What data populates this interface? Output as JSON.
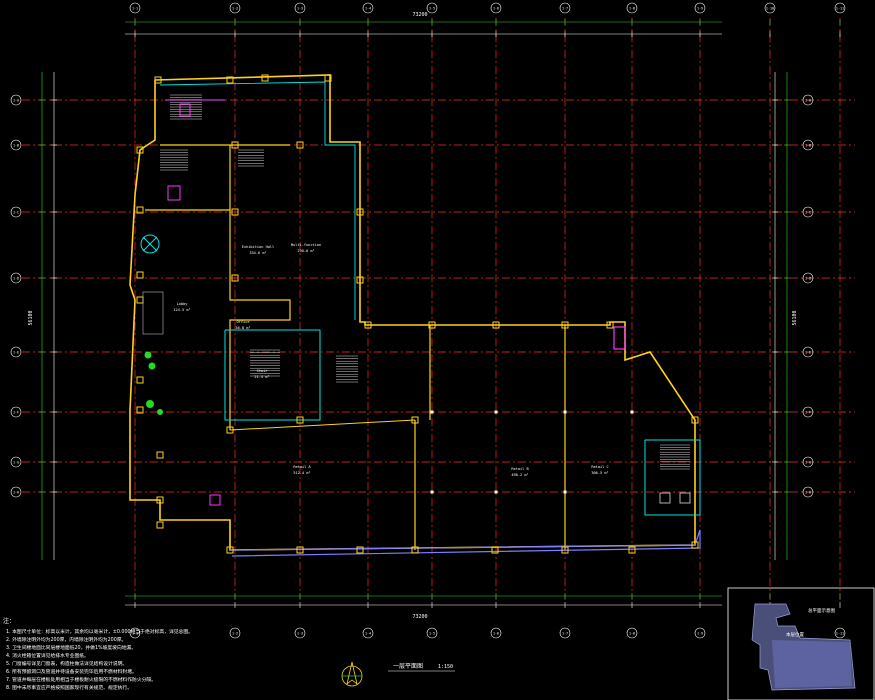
{
  "drawing": {
    "title": "一层平面图",
    "title_scale": "1:150",
    "grid_cols_top": [
      "1-1",
      "1-2",
      "1-3",
      "1-4",
      "1-5",
      "1-6",
      "1-7",
      "1-8",
      "1-9",
      "1-10",
      "1-11"
    ],
    "grid_rows_left": [
      "1-A",
      "1-B",
      "1-C",
      "1-D",
      "1-E",
      "1-F",
      "1-G",
      "1-H"
    ],
    "overall_dimension": "73200",
    "overall_height_dimension": "56100",
    "rooms": [
      {
        "name": "Exhibition Hall",
        "area": "334.6 m²"
      },
      {
        "name": "Multi-function",
        "area": "298.0 m²"
      },
      {
        "name": "Lobby",
        "area": "124.5 m²"
      },
      {
        "name": "Office",
        "area": "36.8 m²"
      },
      {
        "name": "Stair",
        "area": "21.4 m²"
      },
      {
        "name": "Retail A",
        "area": "512.4 m²"
      },
      {
        "name": "Retail B",
        "area": "498.2 m²"
      },
      {
        "name": "Retail C",
        "area": "306.5 m²"
      }
    ],
    "notes_header": "注：",
    "notes": [
      "1. 本图尺寸单位：标高以米计，其余均以毫米计，±0.000相当于绝对标高，详见总图。",
      "2. 外墙除注明外均为200厚，内墙除注明外均为200厚。",
      "3. 卫生间楼地面比同层楼地面低20，并做1%坡度坡向地漏。",
      "4. 消火栓箱位置详见给排水专业图纸。",
      "5. 门窗编号详见门窗表，构造柱做法详见结构设计说明。",
      "6. 所有预留洞口及管道井待设备安装完毕后用不燃材料封堵。",
      "7. 管道井每层在楼板处用相当于楼板耐火极限的不燃材料作防火分隔。",
      "8. 图中未尽事宜应严格按照国家现行有关规范、规定执行。"
    ],
    "keyplan_label": "总平面示意图",
    "keyplan_sublabel": "本层位置",
    "scale_marker": "1:150"
  }
}
